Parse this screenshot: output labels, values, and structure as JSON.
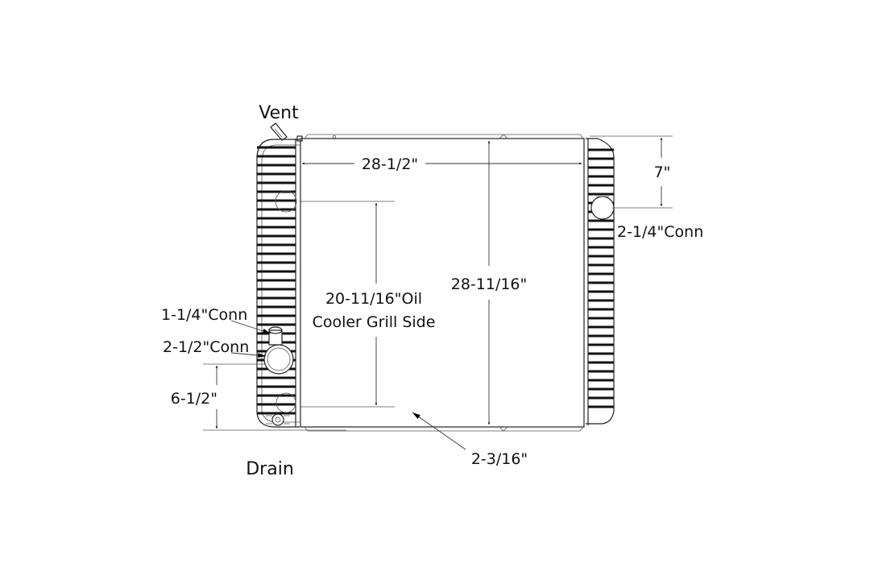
{
  "labels": {
    "vent": "Vent",
    "width": "28-1/2\"",
    "top_offset": "7\"",
    "right_conn": "2-1/4\"Conn",
    "height": "28-11/16\"",
    "oil_cooler_line1": "20-11/16\"Oil",
    "oil_cooler_line2": "Cooler Grill Side",
    "conn_small": "1-1/4\"Conn",
    "conn_large": "2-1/2\"Conn",
    "bottom_offset": "6-1/2\"",
    "drain": "Drain",
    "depth": "2-3/16\""
  }
}
